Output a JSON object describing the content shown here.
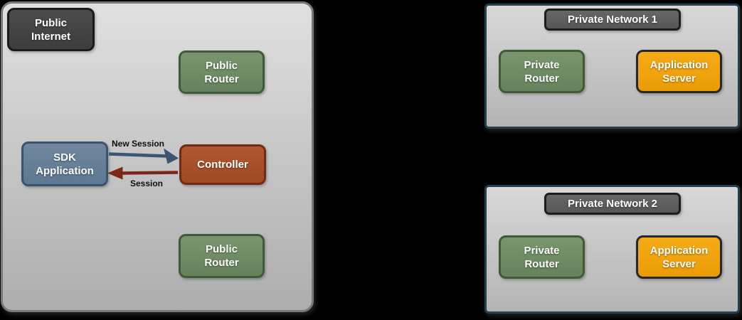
{
  "colors": {
    "background": "#000000",
    "zone_fill_top": "#e0e0e0",
    "zone_fill_bottom": "#adadad",
    "zone_border": "#787878",
    "panel_border": "#24404f",
    "node_green": "#6e8c64",
    "node_green_border": "#3e5a36",
    "node_orange": "#f0a10e",
    "node_orange_border": "#272727",
    "node_slate": "#66809a",
    "node_slate_border": "#3a536e",
    "node_rust": "#a8502a",
    "node_rust_border": "#702c12",
    "node_dark": "#434343",
    "node_dark_border": "#1a1a1a",
    "title_gray": "#5e5e5e",
    "arrow_blue": "#3a5670",
    "arrow_red": "#7c2817"
  },
  "public_internet_zone": {
    "label": "Public Internet",
    "public_router_top": "Public Router",
    "sdk_application": "SDK Application",
    "controller": "Controller",
    "public_router_bottom": "Public Router",
    "arrow_new_session": {
      "label": "New Session",
      "color": "#3a5670"
    },
    "arrow_session": {
      "label": "Session",
      "color": "#7c2817"
    }
  },
  "private_network_1": {
    "title": "Private Network 1",
    "private_router": "Private Router",
    "application_server": "Application Server"
  },
  "private_network_2": {
    "title": "Private Network 2",
    "private_router": "Private Router",
    "application_server": "Application Server"
  }
}
